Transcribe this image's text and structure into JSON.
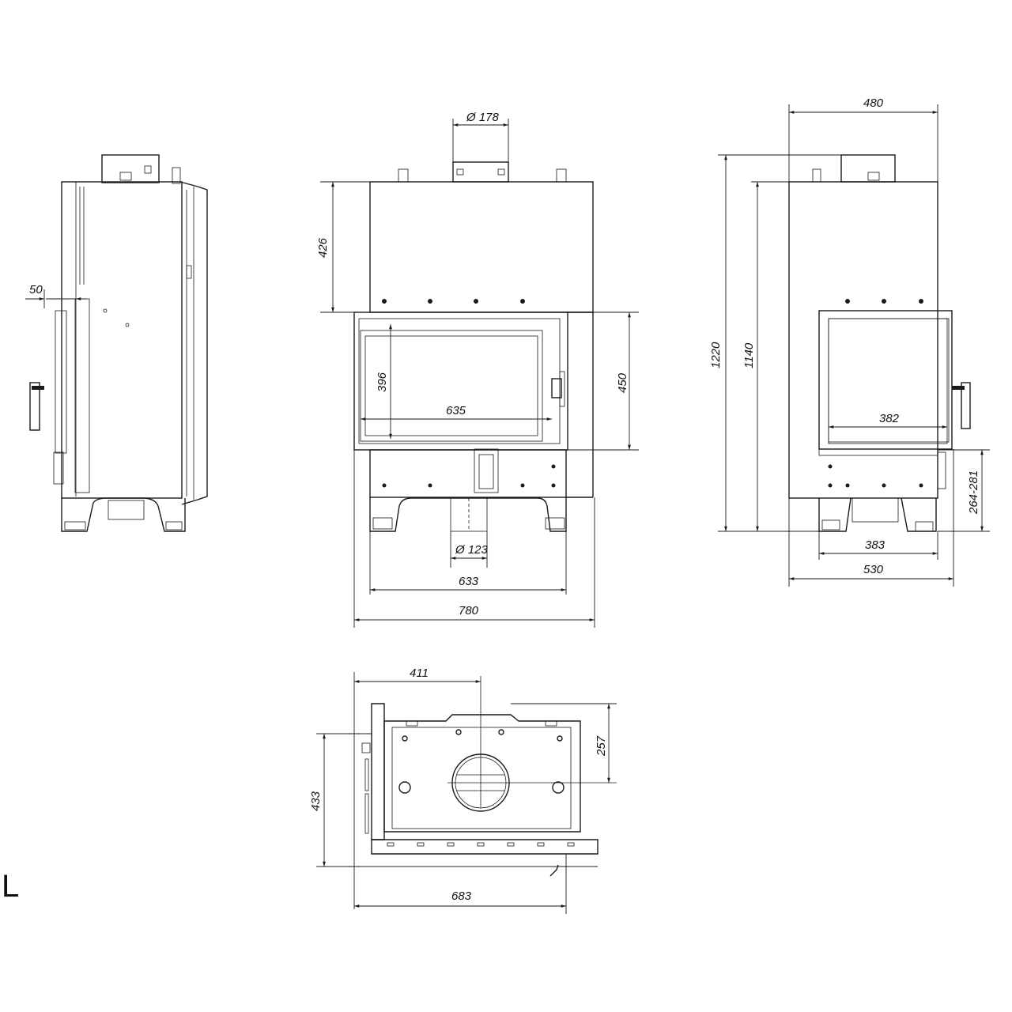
{
  "dimensions": {
    "side_offset": "50",
    "flue_top": "Ø 178",
    "upper_height": "426",
    "glass_height": "396",
    "glass_width": "635",
    "door_height": "450",
    "air_inlet": "Ø 123",
    "base_width": "633",
    "total_width": "780",
    "depth_top": "480",
    "total_height": "1220",
    "body_height": "1140",
    "side_glass_width": "382",
    "leg_height": "264-281",
    "base_depth_inner": "383",
    "base_depth": "530",
    "flue_offset_x": "411",
    "flue_offset_y": "257",
    "plan_depth": "433",
    "plan_width": "683"
  },
  "corner_mark": "L"
}
